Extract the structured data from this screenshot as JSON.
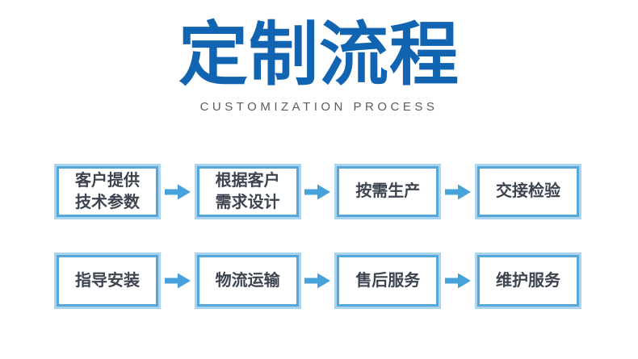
{
  "header": {
    "title": "定制流程",
    "subtitle": "CUSTOMIZATION PROCESS"
  },
  "colors": {
    "title_blue": "#1164b1",
    "subtitle_gray": "#5c5c5c",
    "box_border_inner": "#57a6da",
    "box_border_outer": "#aad4ef",
    "box_text": "#3c4450",
    "arrow_blue": "#45a2da"
  },
  "flow": {
    "rows": [
      {
        "steps": [
          {
            "label": "客户提供\n技术参数"
          },
          {
            "label": "根据客户\n需求设计"
          },
          {
            "label": "按需生产"
          },
          {
            "label": "交接检验"
          }
        ]
      },
      {
        "steps": [
          {
            "label": "指导安装"
          },
          {
            "label": "物流运输"
          },
          {
            "label": "售后服务"
          },
          {
            "label": "维护服务"
          }
        ]
      }
    ]
  }
}
